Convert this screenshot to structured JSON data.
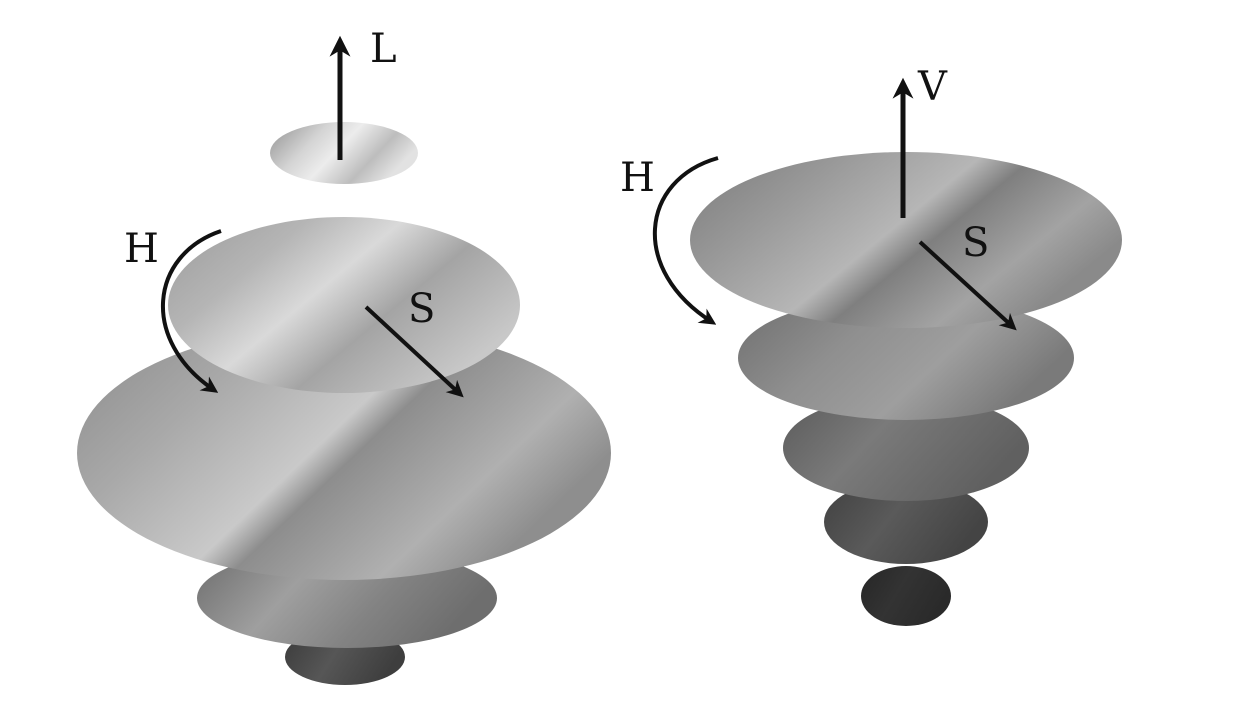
{
  "left_model": {
    "axis_labels": {
      "lightness": "L",
      "hue": "H",
      "saturation": "S"
    }
  },
  "right_model": {
    "axis_labels": {
      "value": "V",
      "hue": "H",
      "saturation": "S"
    }
  },
  "colors": {
    "background": "#ffffff",
    "ink": "#111111"
  }
}
